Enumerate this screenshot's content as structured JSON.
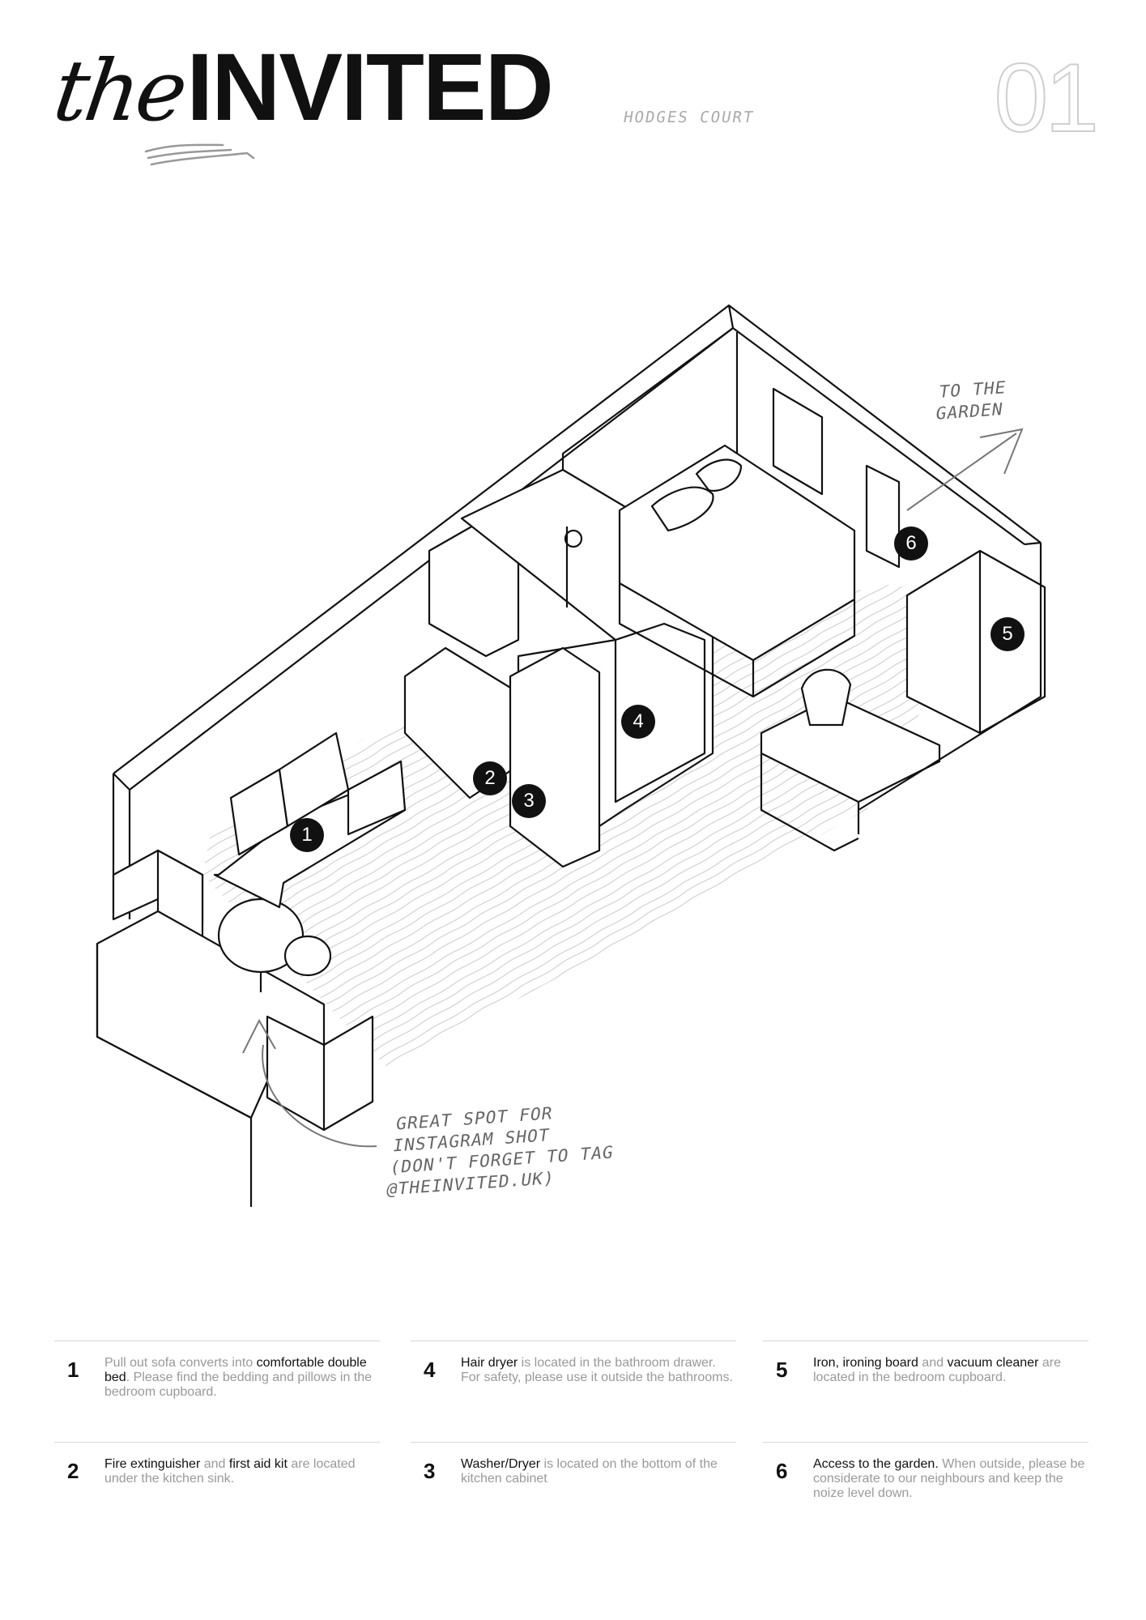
{
  "header": {
    "logo_script": "the",
    "logo_word": "INVITED",
    "location": "HODGES COURT",
    "page_number": "01"
  },
  "plan": {
    "markers": [
      "1",
      "2",
      "3",
      "4",
      "5",
      "6"
    ],
    "note_garden": [
      "TO THE",
      "GARDEN"
    ],
    "note_instagram": [
      "GREAT SPOT FOR",
      "INSTAGRAM SHOT",
      "(DON'T FORGET TO TAG",
      "@THEINVITED.UK)"
    ]
  },
  "legend": [
    {
      "num": "1",
      "parts": [
        {
          "text": "Pull out sofa converts into ",
          "strong": false
        },
        {
          "text": "comfortable double bed",
          "strong": true
        },
        {
          "text": ". Please find the bedding and pillows in the bedroom cupboard.",
          "strong": false
        }
      ]
    },
    {
      "num": "4",
      "parts": [
        {
          "text": "Hair dryer",
          "strong": true
        },
        {
          "text": " is located in the bathroom drawer. For safety, please use it outside the bathrooms.",
          "strong": false
        }
      ]
    },
    {
      "num": "5",
      "parts": [
        {
          "text": "Iron, ironing board",
          "strong": true
        },
        {
          "text": " and ",
          "strong": false
        },
        {
          "text": "vacuum cleaner",
          "strong": true
        },
        {
          "text": " are located in the bedroom cupboard.",
          "strong": false
        }
      ]
    },
    {
      "num": "2",
      "parts": [
        {
          "text": "Fire extinguisher",
          "strong": true
        },
        {
          "text": " and ",
          "strong": false
        },
        {
          "text": "first aid kit",
          "strong": true
        },
        {
          "text": " are located under the kitchen sink.",
          "strong": false
        }
      ]
    },
    {
      "num": "3",
      "parts": [
        {
          "text": "Washer/Dryer",
          "strong": true
        },
        {
          "text": " is located on the bottom of the kitchen cabinet",
          "strong": false
        }
      ]
    },
    {
      "num": "6",
      "parts": [
        {
          "text": "Access to the garden.",
          "strong": true
        },
        {
          "text": " When outside, please be considerate to our neighbours and keep the noize level down.",
          "strong": false
        }
      ]
    }
  ]
}
